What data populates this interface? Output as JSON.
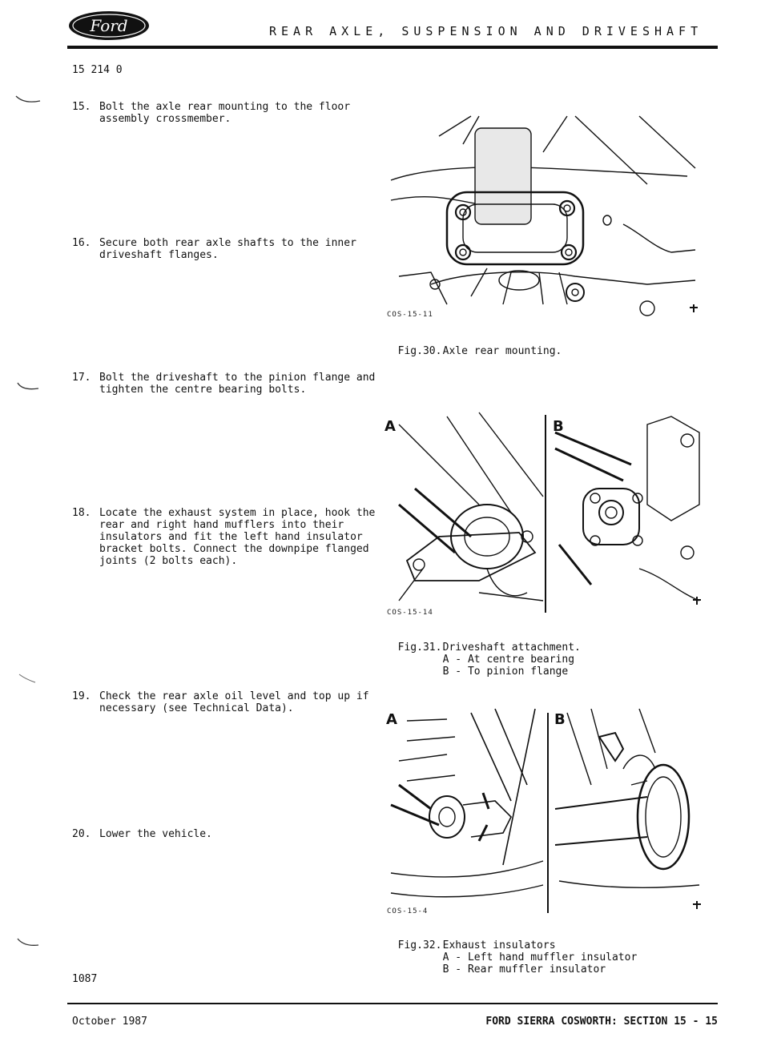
{
  "header": {
    "logo_text": "Ford",
    "section_title": "REAR AXLE, SUSPENSION AND DRIVESHAFT"
  },
  "page_code": "15 214 0",
  "steps": [
    {
      "number": "15.",
      "text": "Bolt the axle rear mounting to the floor\nassembly crossmember."
    },
    {
      "number": "16.",
      "text": "Secure both rear axle shafts to the inner\ndriveshaft flanges."
    },
    {
      "number": "17.",
      "text": "Bolt the driveshaft to the pinion flange and\ntighten the centre bearing bolts."
    },
    {
      "number": "18.",
      "text": "Locate the exhaust system in place, hook the\nrear and right hand mufflers into their\ninsulators and fit the left hand insulator\nbracket bolts.  Connect the downpipe flanged\njoints (2 bolts each)."
    },
    {
      "number": "19.",
      "text": "Check the rear axle oil level and top up if\nnecessary (see Technical Data)."
    },
    {
      "number": "20.",
      "text": "Lower the vehicle."
    }
  ],
  "figures": [
    {
      "code": "COS-15-11",
      "label": "Fig.30.",
      "caption": "Axle rear mounting."
    },
    {
      "code": "COS-15-14",
      "label": "Fig.31.",
      "caption": "Driveshaft attachment.\nA - At centre bearing\nB - To pinion flange",
      "panel_a": "A",
      "panel_b": "B"
    },
    {
      "code": "COS-15-4",
      "label": "Fig.32.",
      "caption": "Exhaust insulators\nA - Left hand muffler insulator\nB - Rear muffler insulator",
      "panel_a": "A",
      "panel_b": "B"
    }
  ],
  "page_number": "1087",
  "footer": {
    "date": "October 1987",
    "section": "FORD SIERRA COSWORTH: SECTION 15 - 15"
  }
}
